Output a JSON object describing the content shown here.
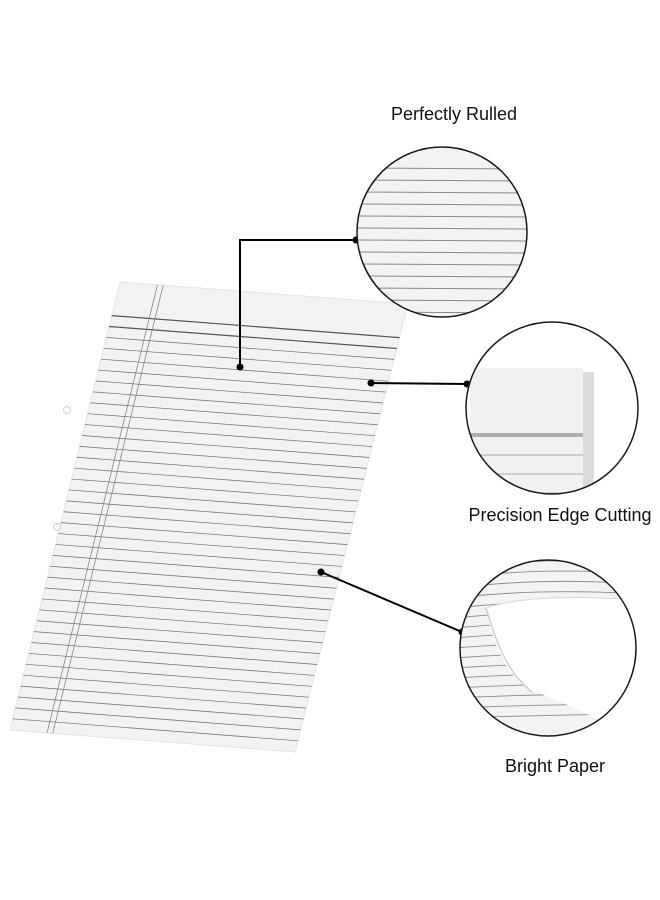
{
  "callouts": [
    {
      "label": "Perfectly Rulled"
    },
    {
      "label": "Precision Edge Cutting"
    },
    {
      "label": "Bright Paper"
    }
  ],
  "colors": {
    "paper": "#f3f1f2",
    "rule": "#6c6c6c",
    "leader": "#000000",
    "circle_stroke": "#1a1a1a"
  },
  "icons": [
    "punch-hole-icon",
    "leader-dot-icon"
  ]
}
